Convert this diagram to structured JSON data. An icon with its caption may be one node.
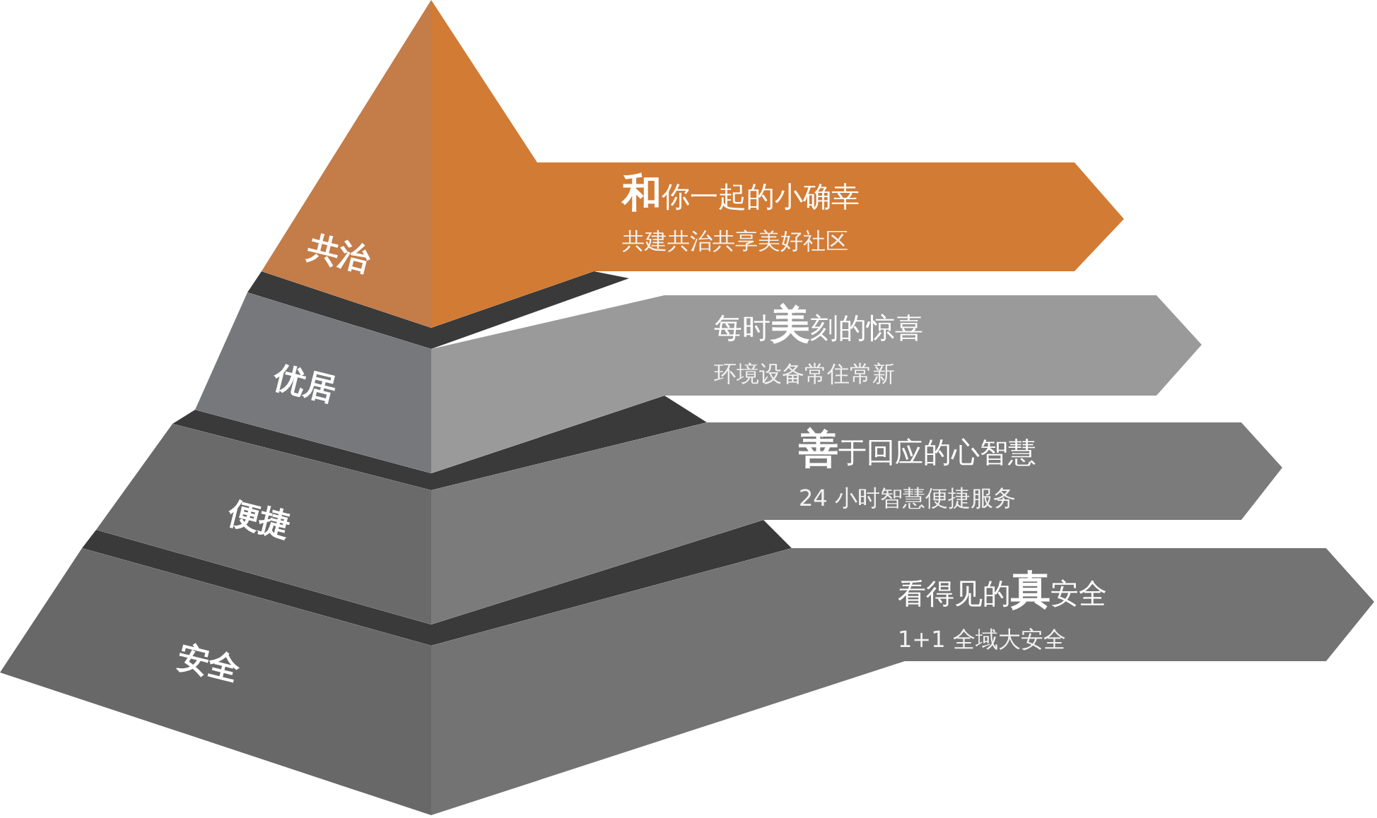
{
  "diagram": {
    "nodes": [
      {
        "text": [
          "共治",
          "**和**你一起的小确幸",
          "共建共治共享美好社区"
        ]
      },
      {
        "text": [
          "优居",
          "每时**美**刻的惊喜",
          "环境设备常住常新"
        ]
      },
      {
        "text": [
          "便捷",
          "**善**于回应的心智慧",
          "24 小时智慧便捷服务"
        ]
      },
      {
        "text": [
          "安全",
          "看得见的**真**安全",
          "1+1 全域大安全"
        ]
      }
    ]
  }
}
